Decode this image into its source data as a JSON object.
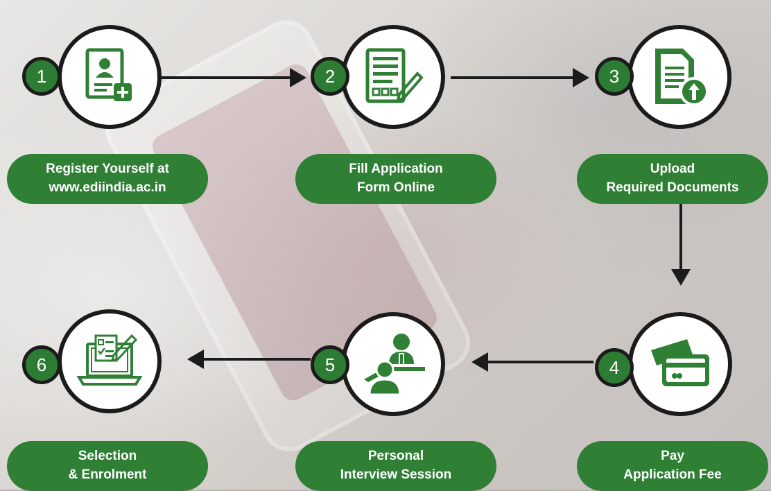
{
  "colors": {
    "green": "#2f7f35",
    "dark": "#1b1b1b",
    "white": "#ffffff"
  },
  "steps": [
    {
      "number": "1",
      "line1": "Register Yourself at",
      "line2": "www.ediindia.ac.in",
      "icon": "register-user-icon"
    },
    {
      "number": "2",
      "line1": "Fill Application",
      "line2": "Form Online",
      "icon": "form-fill-icon"
    },
    {
      "number": "3",
      "line1": "Upload",
      "line2": "Required Documents",
      "icon": "upload-document-icon"
    },
    {
      "number": "4",
      "line1": "Pay",
      "line2": "Application Fee",
      "icon": "payment-card-icon"
    },
    {
      "number": "5",
      "line1": "Personal",
      "line2": "Interview Session",
      "icon": "interview-icon"
    },
    {
      "number": "6",
      "line1": "Selection",
      "line2": "& Enrolment",
      "icon": "selection-laptop-icon"
    }
  ]
}
